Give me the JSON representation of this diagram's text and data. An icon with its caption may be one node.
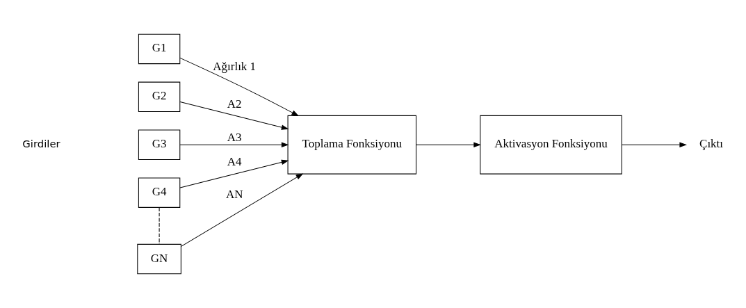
{
  "diagram": {
    "nodes": [
      {
        "text": [
          "G1"
        ]
      },
      {
        "text": [
          "G2"
        ]
      },
      {
        "text": [
          "G3"
        ]
      },
      {
        "text": [
          "G4"
        ]
      },
      {
        "text": [
          "GN"
        ]
      },
      {
        "text": [
          "Toplama Fonksiyonu"
        ]
      },
      {
        "text": [
          "Aktivasyon Fonksiyonu"
        ]
      },
      {
        "text": [
          "Çıktı"
        ]
      }
    ],
    "edges": [
      {
        "from": 0,
        "to": 5,
        "arrow": "to",
        "label": "Ağırlık 1"
      },
      {
        "from": 1,
        "to": 5,
        "arrow": "to",
        "label": "A2"
      },
      {
        "from": 2,
        "to": 5,
        "arrow": "to",
        "label": "A3"
      },
      {
        "from": 3,
        "to": 5,
        "arrow": "to",
        "label": "A4"
      },
      {
        "from": 4,
        "to": 5,
        "arrow": "to",
        "label": "AN"
      },
      {
        "from": 3,
        "to": 4,
        "arrow": "none",
        "style": "dashed"
      },
      {
        "from": 5,
        "to": 6,
        "arrow": "to"
      },
      {
        "from": 6,
        "to": 7,
        "arrow": "to"
      }
    ],
    "labels": [
      "Girdiler"
    ]
  }
}
